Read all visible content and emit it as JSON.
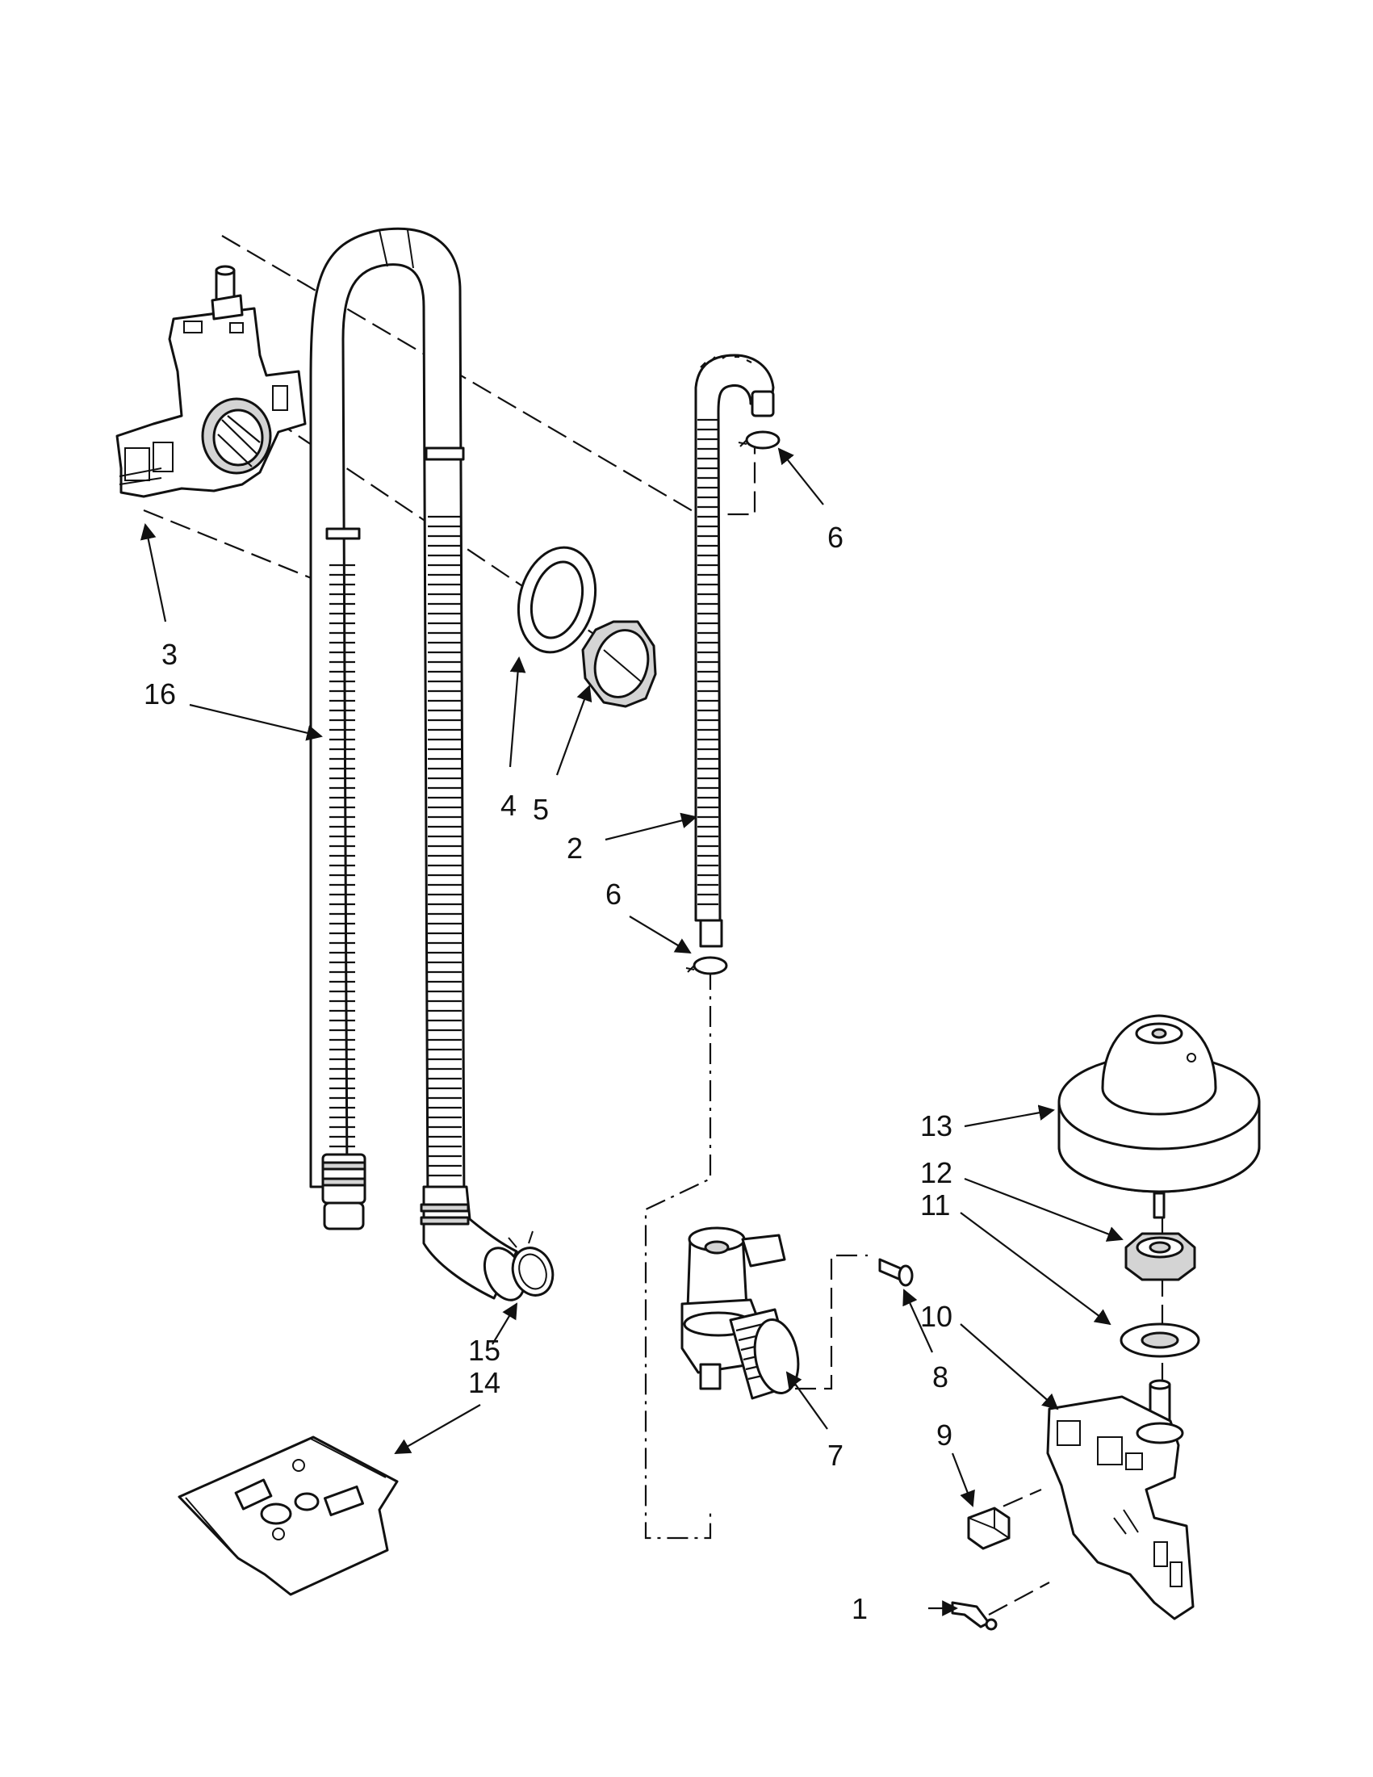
{
  "callouts": [
    {
      "id": "1",
      "label": "1"
    },
    {
      "id": "2",
      "label": "2"
    },
    {
      "id": "3",
      "label": "3"
    },
    {
      "id": "4",
      "label": "4"
    },
    {
      "id": "5",
      "label": "5"
    },
    {
      "id": "6a",
      "label": "6"
    },
    {
      "id": "6b",
      "label": "6"
    },
    {
      "id": "7",
      "label": "7"
    },
    {
      "id": "8",
      "label": "8"
    },
    {
      "id": "9",
      "label": "9"
    },
    {
      "id": "10",
      "label": "10"
    },
    {
      "id": "11",
      "label": "11"
    },
    {
      "id": "12",
      "label": "12"
    },
    {
      "id": "13",
      "label": "13"
    },
    {
      "id": "14",
      "label": "14"
    },
    {
      "id": "15",
      "label": "15"
    },
    {
      "id": "16",
      "label": "16"
    }
  ]
}
